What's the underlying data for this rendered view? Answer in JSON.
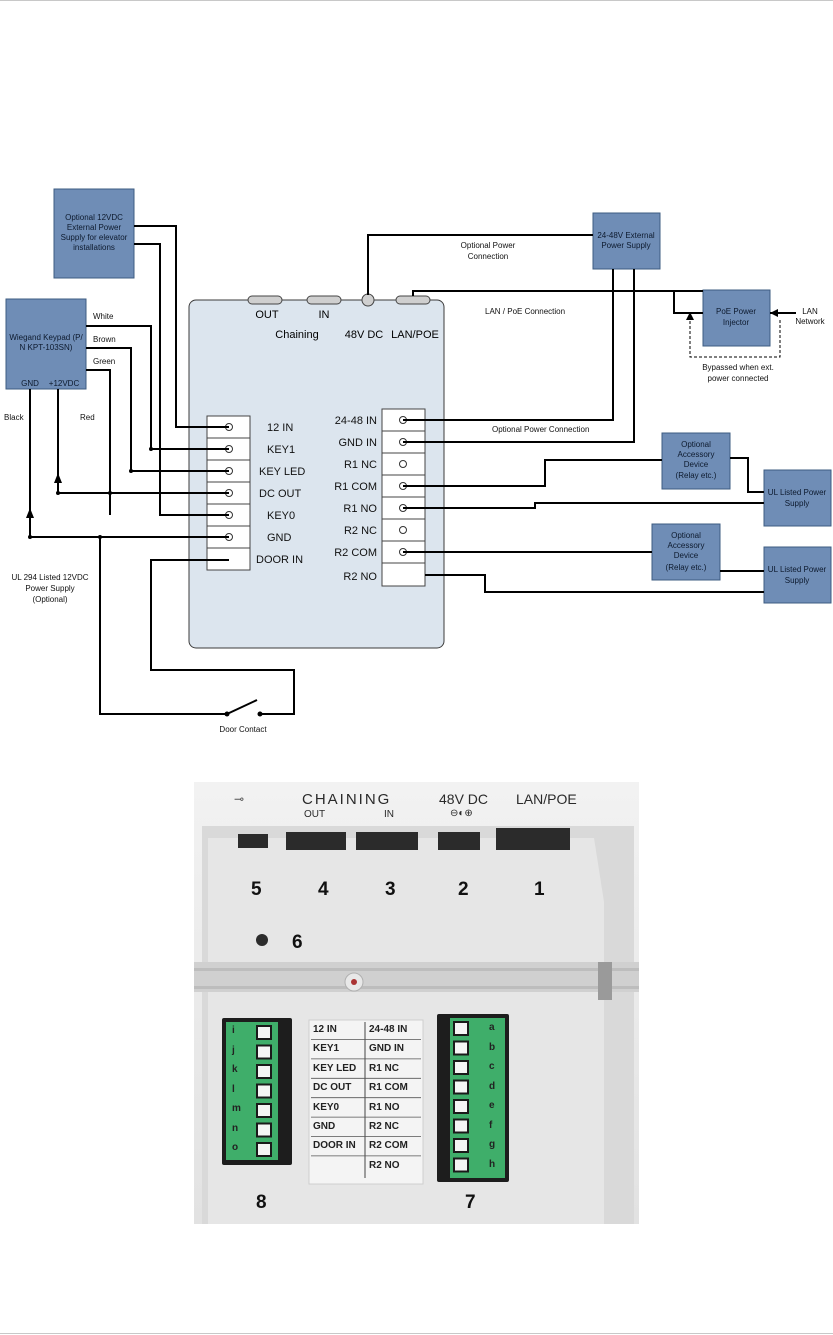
{
  "colors": {
    "module_fill": "#dce5ee",
    "callout_fill": "#6f8db6",
    "callout_border": "#3e5c82",
    "line": "#000000",
    "terminal_green": "#3fae6a"
  },
  "diagram": {
    "ext_power_12v": "Optional 12VDC External Power Supply for elevator installations",
    "ext_power_24_48": "24-48V External Power Supply",
    "poe_injector": "PoE Power Injector",
    "lan_network": "LAN Network",
    "bypassed_note": "Bypassed when ext. power connected",
    "optional_power_connection_top": "Optional Power Connection",
    "lan_poe_connection": "LAN / PoE Connection",
    "optional_power_connection_mid": "Optional Power Connection",
    "wiegand_keypad": "Wiegand Keypad (P/N KPT-103SN)",
    "keypad_gnd": "GND",
    "keypad_12vdc": "+12VDC",
    "wire_white": "White",
    "wire_brown": "Brown",
    "wire_green": "Green",
    "wire_black": "Black",
    "wire_red": "Red",
    "ul294_supply": "UL 294 Listed 12VDC Power Supply (Optional)",
    "accessory_1": "Optional Accessory Device (Relay etc.)",
    "accessory_2": "Optional Accessory Device (Relay etc.)",
    "ul_supply_1": "UL Listed Power Supply",
    "ul_supply_2": "UL Listed Power Supply",
    "door_contact": "Door Contact",
    "port_out": "OUT",
    "port_in": "IN",
    "chaining": "Chaining",
    "port_48vdc": "48V DC",
    "port_lan_poe": "LAN/POE",
    "left_terminals": [
      "12 IN",
      "KEY1",
      "KEY LED",
      "DC OUT",
      "KEY0",
      "GND",
      "DOOR IN"
    ],
    "right_terminals": [
      "24-48 IN",
      "GND IN",
      "R1 NC",
      "R1 COM",
      "R1 NO",
      "R2 NC",
      "R2 COM",
      "R2 NO"
    ]
  },
  "photo": {
    "label_chaining": "CHAINING",
    "label_out": "OUT",
    "label_in": "IN",
    "label_48vdc": "48V DC",
    "label_lan_poe": "LAN/POE",
    "numbers": [
      "5",
      "4",
      "3",
      "2",
      "1",
      "6",
      "8",
      "7"
    ],
    "left_letters": [
      "i",
      "j",
      "k",
      "l",
      "m",
      "n",
      "o"
    ],
    "right_letters": [
      "a",
      "b",
      "c",
      "d",
      "e",
      "f",
      "g",
      "h"
    ],
    "left_labels": [
      "12 IN",
      "KEY1",
      "KEY LED",
      "DC OUT",
      "KEY0",
      "GND",
      "DOOR IN"
    ],
    "right_labels": [
      "24-48 IN",
      "GND IN",
      "R1 NC",
      "R1 COM",
      "R1 NO",
      "R2 NC",
      "R2 COM",
      "R2 NO"
    ]
  }
}
